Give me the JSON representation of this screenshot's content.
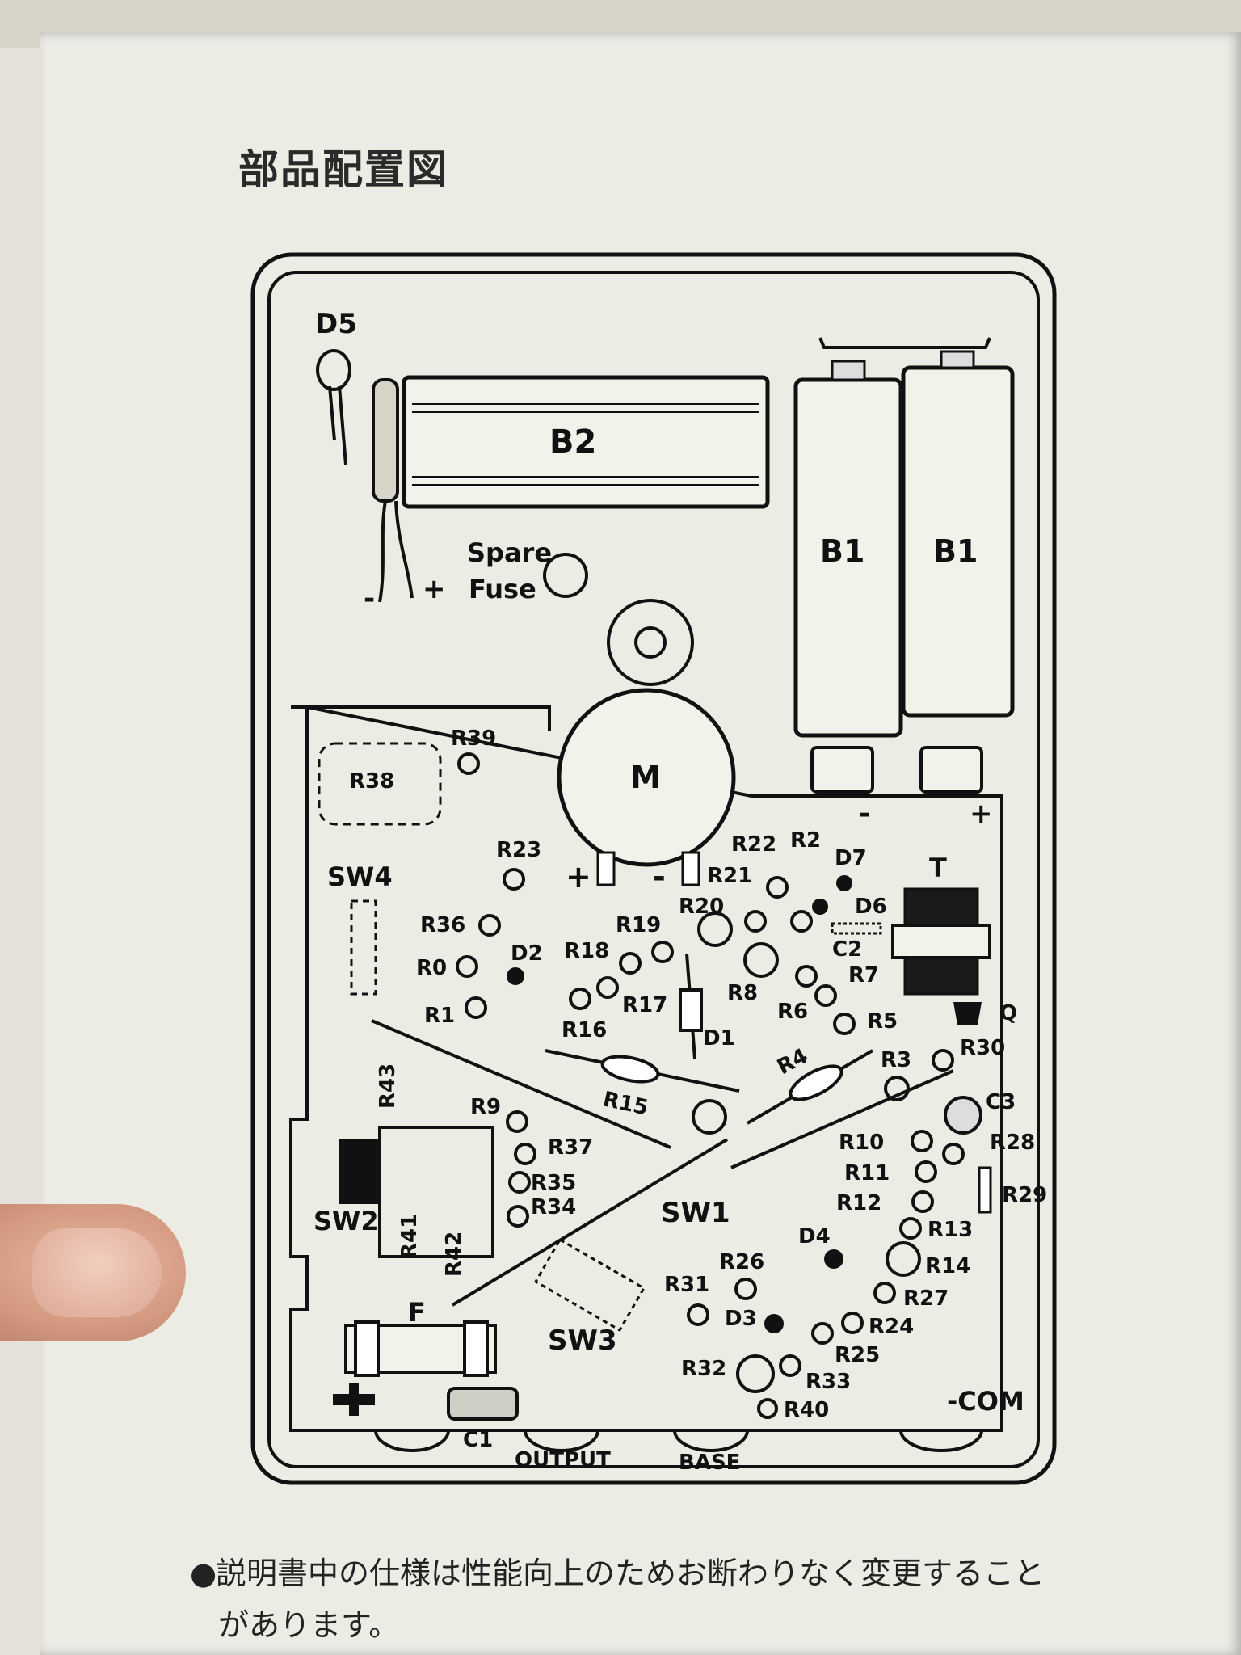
{
  "page": {
    "title": "部品配置図",
    "note_bullet": "●",
    "note_line1": "説明書中の仕様は性能向上のためお断わりなく変更すること",
    "note_line2": "があります。"
  },
  "diagram": {
    "components": {
      "D5": "D5",
      "B2": "B2",
      "B1a": "B1",
      "B1b": "B1",
      "spare": "Spare",
      "fuse": "Fuse",
      "batt_minus": "-",
      "batt_plus": "+",
      "M": "M",
      "m_plus": "+",
      "m_minus": "-",
      "b1_minus": "-",
      "b1_plus": "+",
      "R38": "R38",
      "R39": "R39",
      "SW4": "SW4",
      "R23": "R23",
      "R22": "R22",
      "R2": "R2",
      "D7": "D7",
      "T": "T",
      "R21": "R21",
      "R20": "R20",
      "D6": "D6",
      "C2": "C2",
      "R36": "R36",
      "R19": "R19",
      "R0": "R0",
      "D2": "D2",
      "R18": "R18",
      "R7": "R7",
      "R8": "R8",
      "R1": "R1",
      "R17": "R17",
      "R6": "R6",
      "R16": "R16",
      "D1": "D1",
      "R5": "R5",
      "Q": "Q",
      "R15": "R15",
      "R4": "R4",
      "R3": "R3",
      "R30": "R30",
      "R43": "R43",
      "R9": "R9",
      "C3": "C3",
      "R37": "R37",
      "R10": "R10",
      "R28": "R28",
      "R35": "R35",
      "R11": "R11",
      "R29": "R29",
      "R34": "R34",
      "R12": "R12",
      "SW2": "SW2",
      "SW1": "SW1",
      "R13": "R13",
      "R41": "R41",
      "R42": "R42",
      "D4": "D4",
      "R14": "R14",
      "R26": "R26",
      "R27": "R27",
      "F": "F",
      "R31": "R31",
      "D3": "D3",
      "R24": "R24",
      "SW3": "SW3",
      "R25": "R25",
      "R32": "R32",
      "R33": "R33",
      "COM": "-COM",
      "R40": "R40",
      "C1": "C1",
      "OUTPUT": "OUTPUT",
      "BASE": "BASE"
    }
  }
}
